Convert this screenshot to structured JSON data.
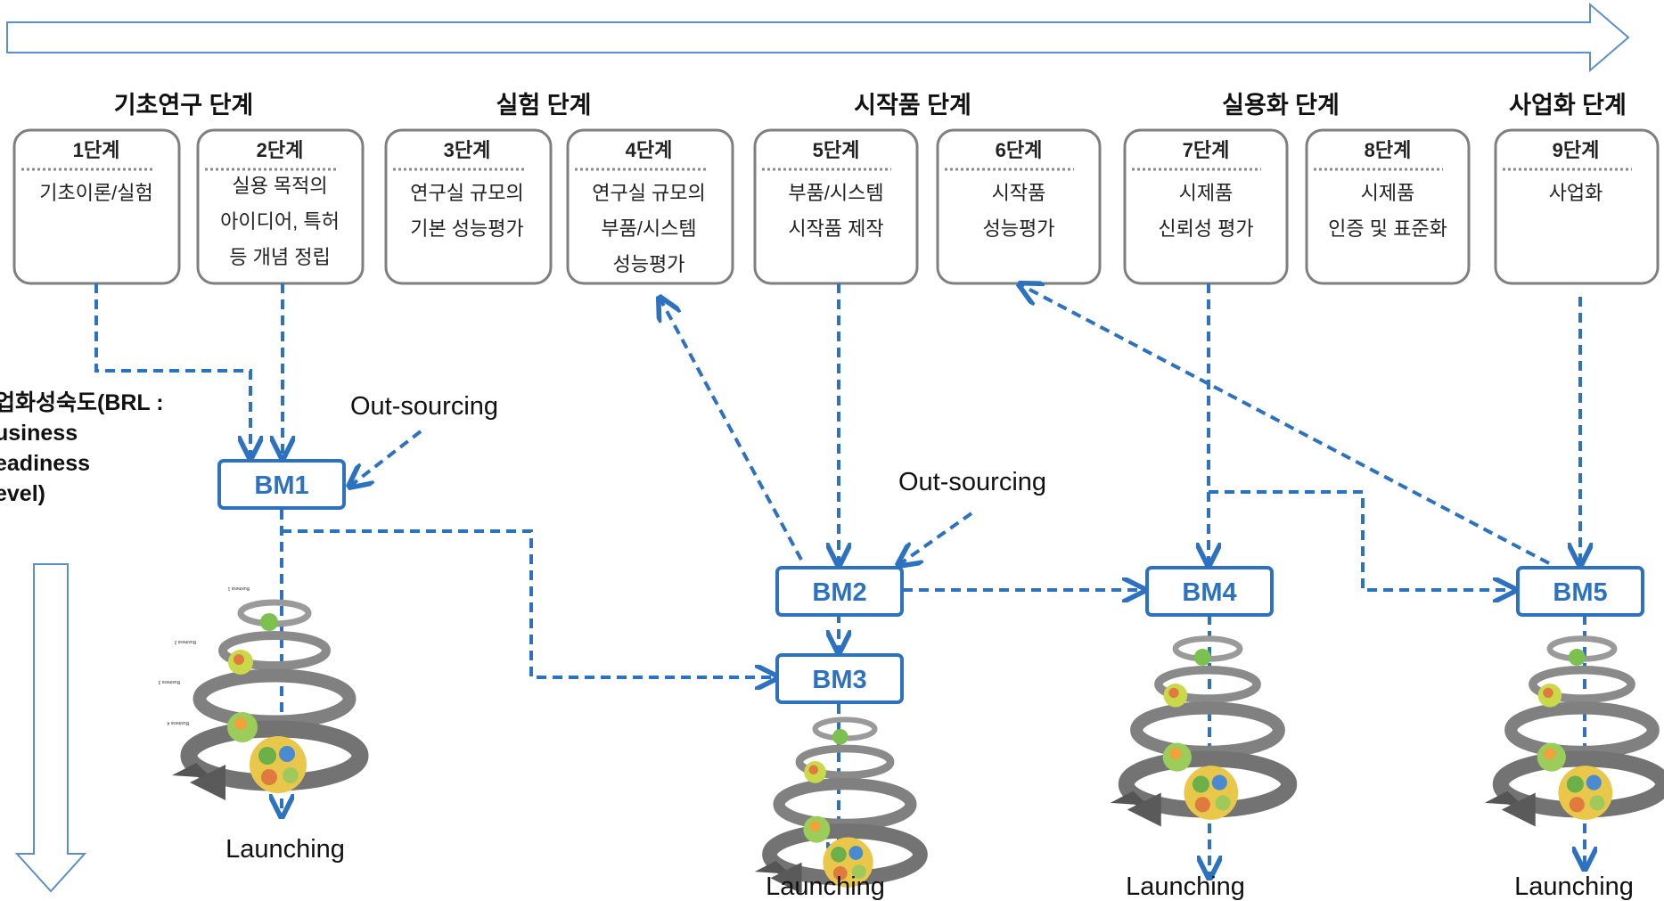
{
  "phases": [
    {
      "label": "기초연구 단계"
    },
    {
      "label": "실험 단계"
    },
    {
      "label": "시작품 단계"
    },
    {
      "label": "실용화 단계"
    },
    {
      "label": "사업화 단계"
    }
  ],
  "stages": [
    {
      "title": "1단계",
      "lines": [
        "기초이론/실험"
      ]
    },
    {
      "title": "2단계",
      "lines": [
        "실용 목적의",
        "아이디어, 특허",
        "등 개념 정립"
      ]
    },
    {
      "title": "3단계",
      "lines": [
        "연구실 규모의",
        "기본 성능평가"
      ]
    },
    {
      "title": "4단계",
      "lines": [
        "연구실 규모의",
        "부품/시스템",
        "성능평가"
      ]
    },
    {
      "title": "5단계",
      "lines": [
        "부품/시스템",
        "시작품 제작"
      ]
    },
    {
      "title": "6단계",
      "lines": [
        "시작품",
        "성능평가"
      ]
    },
    {
      "title": "7단계",
      "lines": [
        "시제품",
        "신뢰성 평가"
      ]
    },
    {
      "title": "8단계",
      "lines": [
        "시제품",
        "인증 및 표준화"
      ]
    },
    {
      "title": "9단계",
      "lines": [
        "사업화"
      ]
    }
  ],
  "business_models": [
    {
      "label": "BM1"
    },
    {
      "label": "BM2"
    },
    {
      "label": "BM3"
    },
    {
      "label": "BM4"
    },
    {
      "label": "BM5"
    }
  ],
  "outsourcing": [
    "Out-sourcing",
    "Out-sourcing"
  ],
  "launching": [
    "Launching",
    "Launching",
    "Launching",
    "Launching"
  ],
  "brl_lines": [
    "업화성숙도(BRL :",
    "usiness",
    "eadiness",
    "evel)"
  ],
  "spiral_labels": [
    "Business 1",
    "Business 2",
    "Business 3",
    "Business 4"
  ],
  "colors": {
    "accent": "#2d72c0",
    "box_border": "#7f7f7f",
    "spiral": "#808080",
    "arrow_outline": "#5b8fc9"
  }
}
